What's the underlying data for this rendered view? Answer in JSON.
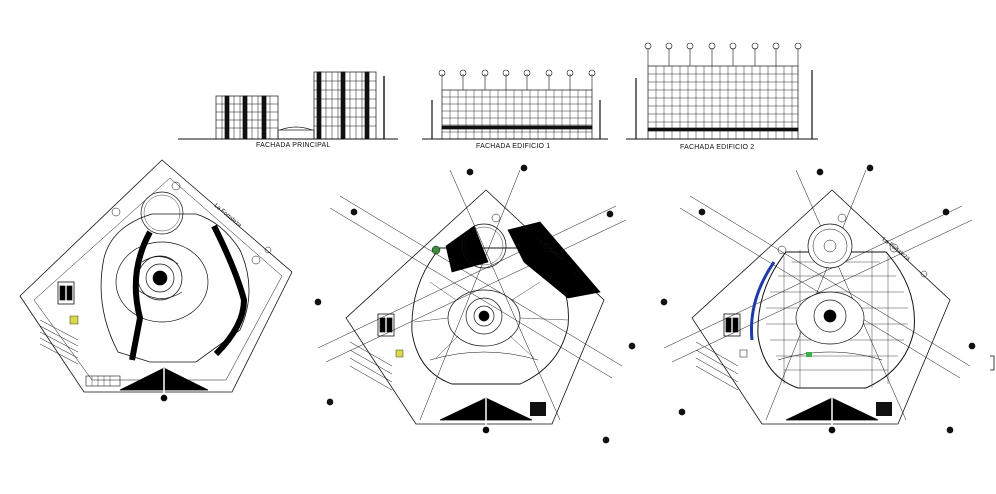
{
  "elevations": [
    {
      "title": "FACHADA PRINCIPAL"
    },
    {
      "title": "FACHADA EDIFICIO 1"
    },
    {
      "title": "FACHADA EDIFICIO 2"
    }
  ],
  "plans": [
    {
      "street_label": "La Fortaleza"
    },
    {
      "street_label": "La Fortaleza"
    },
    {
      "street_label": "La Fortaleza"
    }
  ],
  "colors": {
    "line": "#111111",
    "fill": "#000000",
    "accent": "#1e3aa8",
    "highlight": "#d8d84a"
  }
}
